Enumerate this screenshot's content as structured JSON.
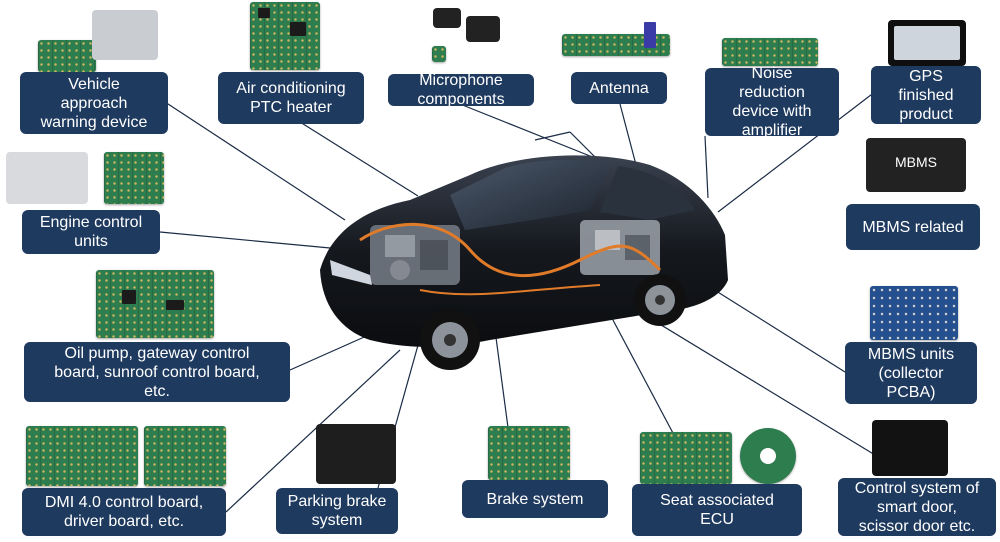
{
  "labels": {
    "vehicle_approach": "Vehicle\napproach\nwarning device",
    "ac_ptc": "Air conditioning\nPTC heater",
    "microphone": "Microphone\ncomponents",
    "antenna": "Antenna",
    "noise_reduction": "Noise\nreduction\ndevice with\namplifier",
    "gps": "GPS\nfinished\nproduct",
    "engine_control": "Engine control\nunits",
    "mbms_related": "MBMS related",
    "oil_pump": "Oil pump, gateway control\nboard, sunroof control board,\netc.",
    "mbms_units": "MBMS units\n(collector\nPCBA)",
    "dmi": "DMI 4.0 control board,\ndriver board, etc.",
    "parking_brake": "Parking brake\nsystem",
    "brake_system": "Brake system",
    "seat_ecu": "Seat associated\nECU",
    "smart_door": "Control system of\nsmart door,\nscissor door etc."
  },
  "product_text": {
    "mbms_box": "MBMS"
  },
  "colors": {
    "label_bg": "#1f3a5f",
    "label_text": "#ffffff",
    "leader_line": "#1a2b45",
    "car_body": "#15181d",
    "harness": "#e07b2a"
  }
}
